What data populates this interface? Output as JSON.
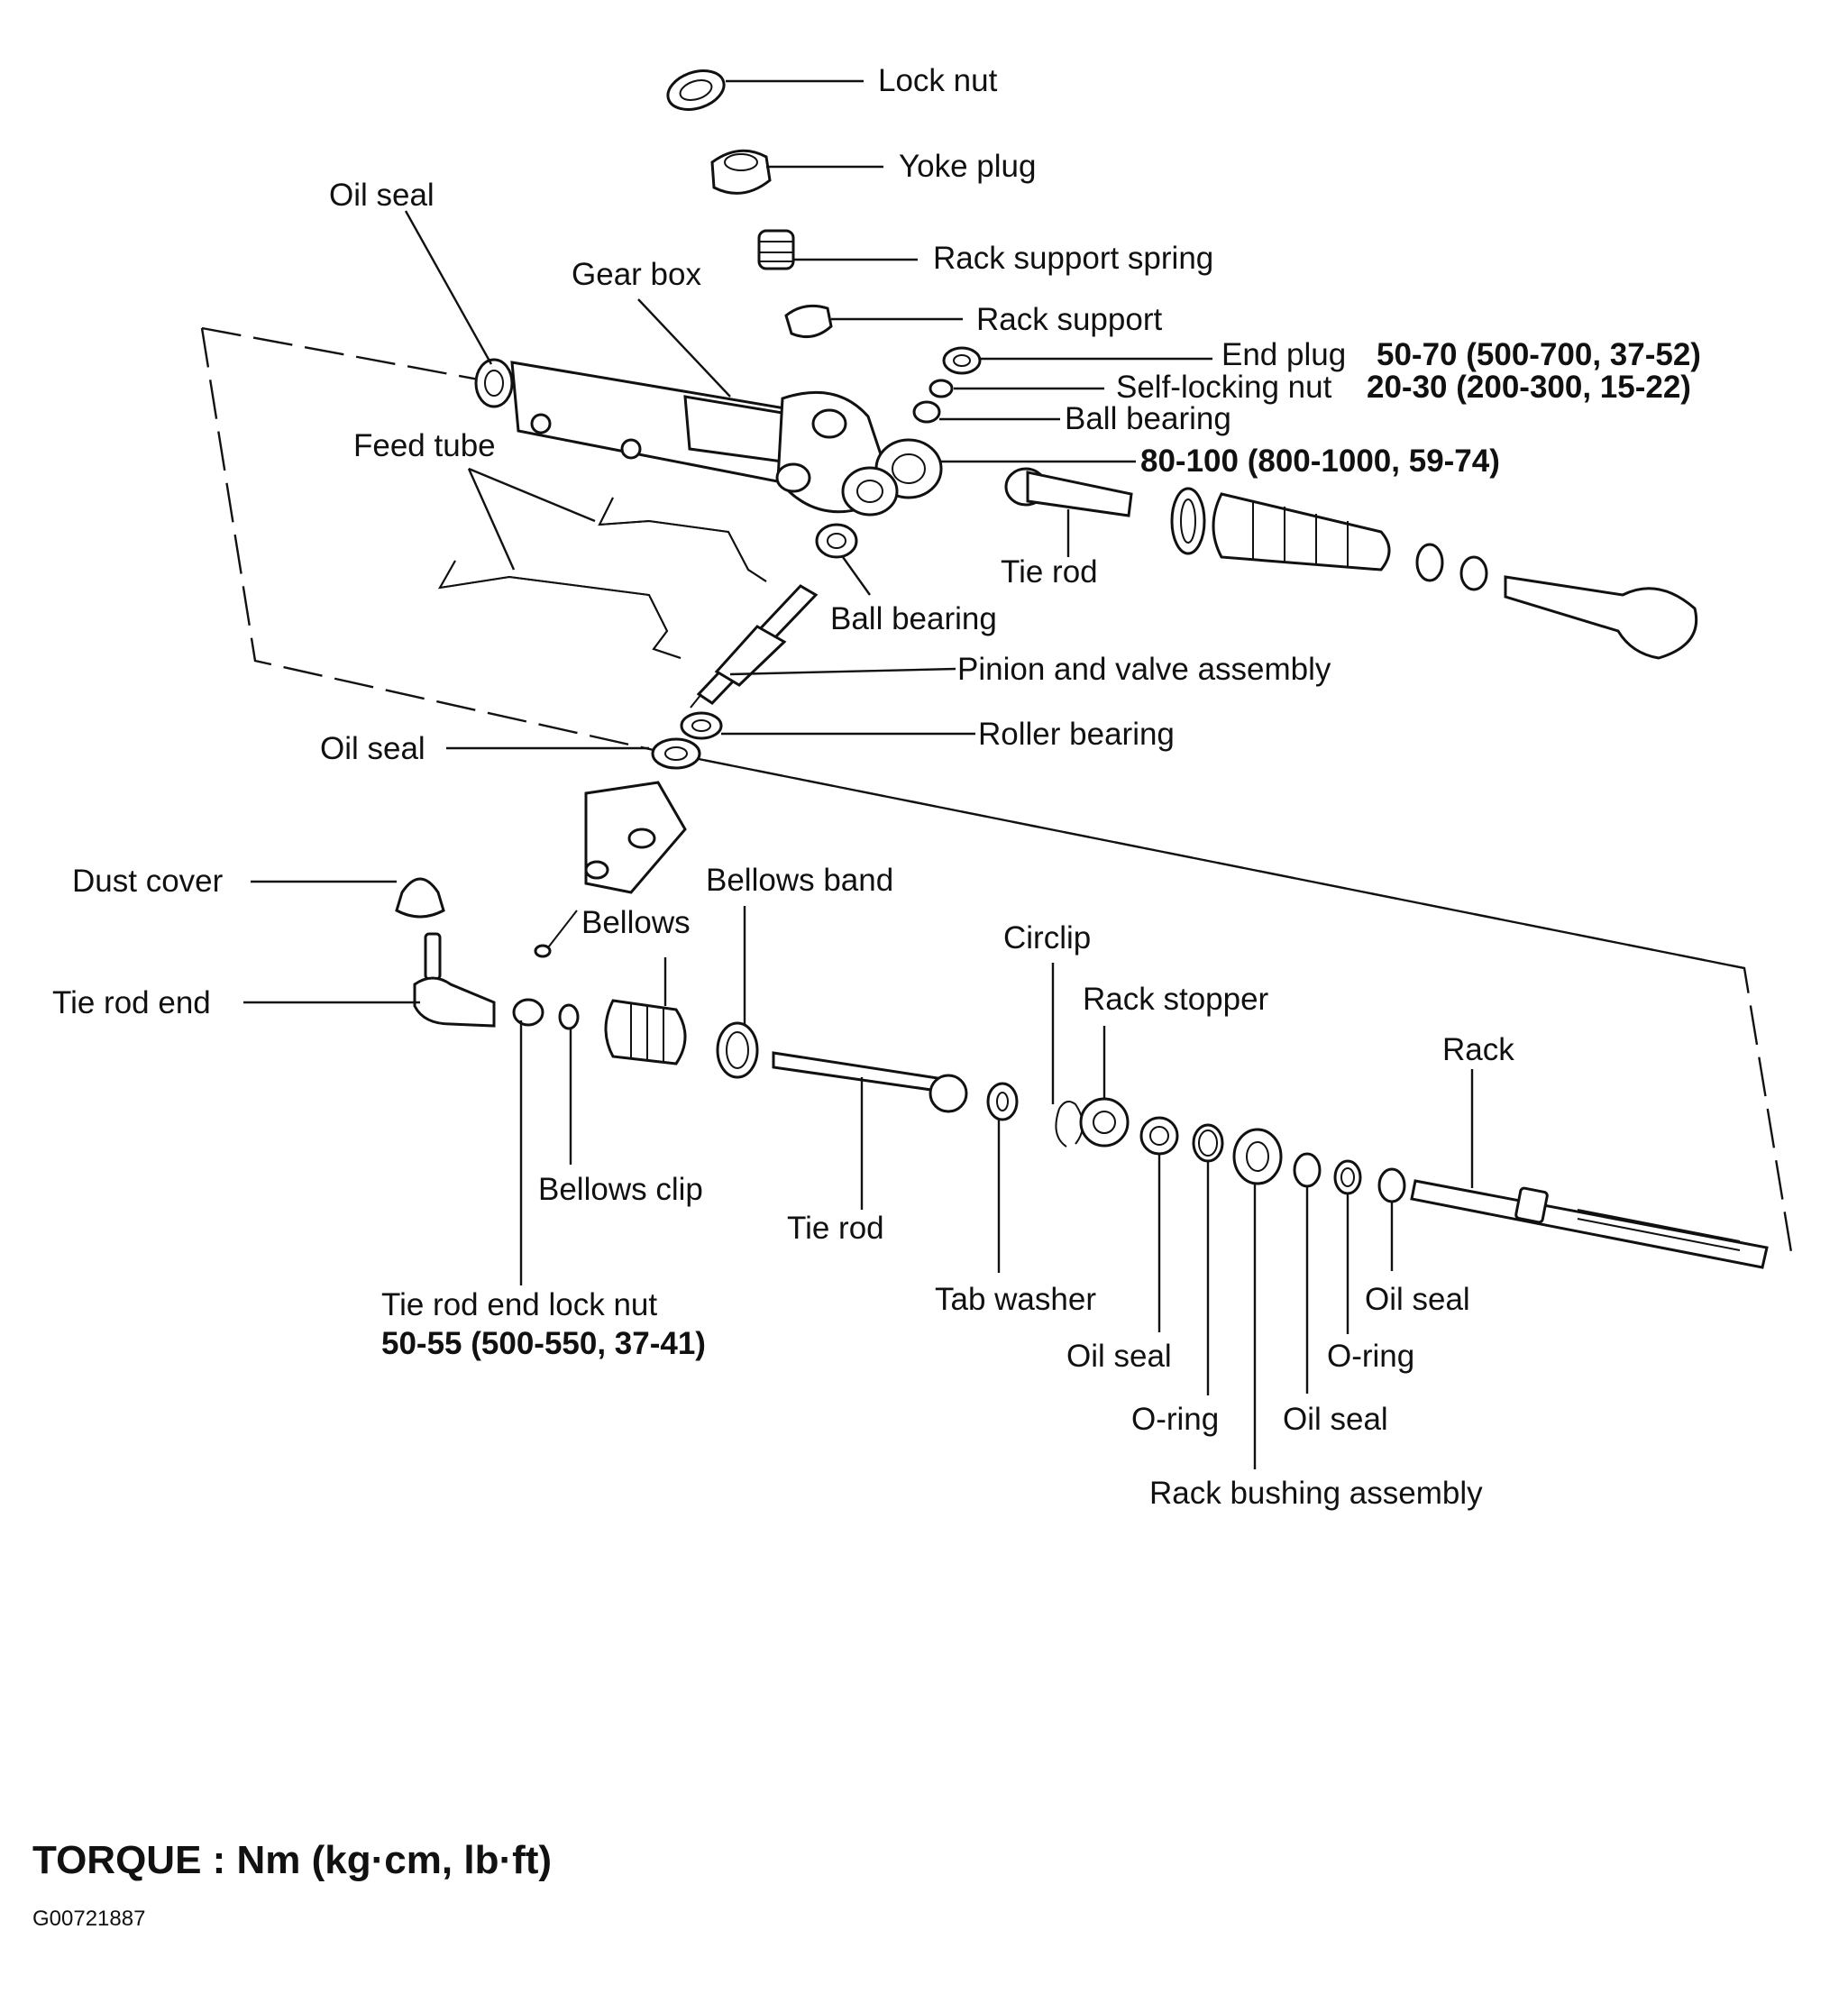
{
  "labels": {
    "lock_nut": "Lock nut",
    "yoke_plug": "Yoke plug",
    "oil_seal_top": "Oil seal",
    "gear_box": "Gear box",
    "rack_support_spring": "Rack support spring",
    "rack_support": "Rack support",
    "end_plug": "End plug",
    "self_locking_nut": "Self-locking nut",
    "ball_bearing_upper": "Ball bearing",
    "feed_tube": "Feed tube",
    "tie_rod_upper": "Tie rod",
    "ball_bearing_lower": "Ball bearing",
    "pinion_valve": "Pinion and valve assembly",
    "oil_seal_mid": "Oil seal",
    "roller_bearing": "Roller bearing",
    "dust_cover": "Dust cover",
    "bellows_band": "Bellows band",
    "bellows": "Bellows",
    "circlip": "Circlip",
    "rack_stopper": "Rack stopper",
    "tie_rod_end": "Tie rod end",
    "rack": "Rack",
    "bellows_clip": "Bellows clip",
    "tie_rod_lower": "Tie rod",
    "tie_rod_end_lock_nut": "Tie rod end lock nut",
    "tab_washer": "Tab washer",
    "oil_seal_right": "Oil seal",
    "oil_seal_b": "Oil seal",
    "o_ring_right": "O-ring",
    "o_ring_b": "O-ring",
    "oil_seal_c": "Oil seal",
    "rack_bushing": "Rack bushing assembly"
  },
  "torques": {
    "end_plug": "50-70 (500-700, 37-52)",
    "self_locking_nut": "20-30 (200-300, 15-22)",
    "tie_rod": "80-100 (800-1000, 59-74)",
    "tie_rod_end_lock_nut": "50-55 (500-550, 37-41)"
  },
  "footer": {
    "torque_units": "TORQUE : Nm (kg·cm, lb·ft)",
    "figure_code": "G00721887"
  }
}
